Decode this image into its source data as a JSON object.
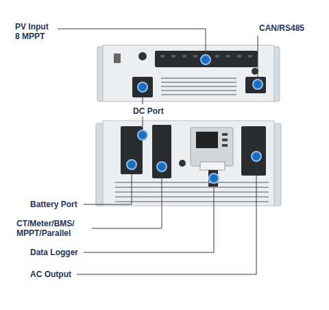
{
  "diagram": {
    "labels": [
      "PV Input 8 MPPT",
      "CAN/RS485",
      "DC Port",
      "Battery Port",
      "CT/Meter/BMS/ MPPT/Parallel",
      "Data Logger",
      "AC Output"
    ]
  }
}
